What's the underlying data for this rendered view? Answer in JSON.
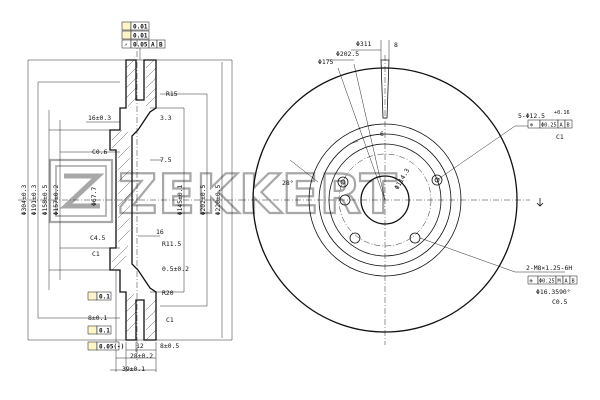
{
  "brand": {
    "logo_text": "ZEKKERT",
    "logo_color": "#a8a8a8"
  },
  "tolerances": {
    "top_stack": [
      "0.01",
      "0.01",
      "0.05",
      "A",
      "B"
    ],
    "left_parallel": "0.1",
    "left_flat": "0.1",
    "left_bottom": "0.05(-)"
  },
  "side_view": {
    "diameters": [
      "Φ304±0.3",
      "Φ191±0.3",
      "Φ158±0.5",
      "Φ157±0.2",
      "Φ145±0.1",
      "Φ202±0.5",
      "Φ220±0.5"
    ],
    "dims": {
      "d16_top": "16±0.3",
      "d3_3": "3.3",
      "c0_6": "C0.6",
      "r15": "R15",
      "d7_5": "7.5",
      "phi_small": "Φ67.7",
      "c4_5": "C4.5",
      "d16": "16",
      "c1_left": "C1",
      "r11_5": "R11.5",
      "d0_5": "0.5±0.2",
      "r20": "R20",
      "d8_top": "8±0.1",
      "c1_right": "C1",
      "d12": "12",
      "d8_bot": "8±0.5",
      "d28": "28±0.2",
      "d39": "39±0.1"
    }
  },
  "front_view": {
    "dims": {
      "phi311": "Φ311",
      "d8": "8",
      "phi202_5": "Φ202.5",
      "phi175": "Φ175",
      "angle": "28°",
      "phi_hub": "Φ114.3",
      "d6": "6",
      "holes": "5-Φ12.5",
      "holes_tol": "+0.16",
      "c1": "C1",
      "pos_tol": "Φ0.25",
      "threads": "2-M8×1.25-6H",
      "thread_tol": "Φ0.25",
      "bolt_circle": "Φ16.3590°",
      "c0_5": "C0.5"
    },
    "datums": [
      "M",
      "A",
      "B"
    ]
  }
}
